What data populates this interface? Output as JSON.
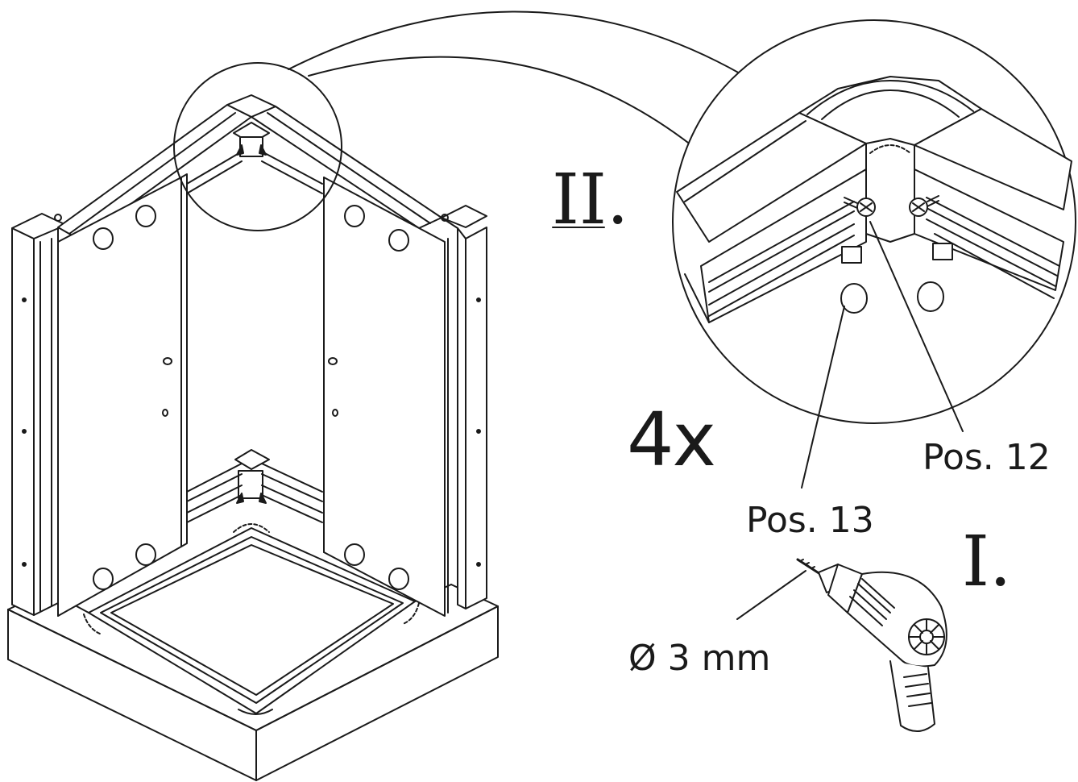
{
  "labels": {
    "quantity": "4x",
    "pos_12": "Pos. 12",
    "pos_13": "Pos. 13",
    "drill_bit": "Ø 3 mm",
    "step_1": "I.",
    "step_2": "II."
  },
  "colors": {
    "line": "#1a1a1a",
    "background": "#ffffff",
    "shade": "#555555"
  }
}
